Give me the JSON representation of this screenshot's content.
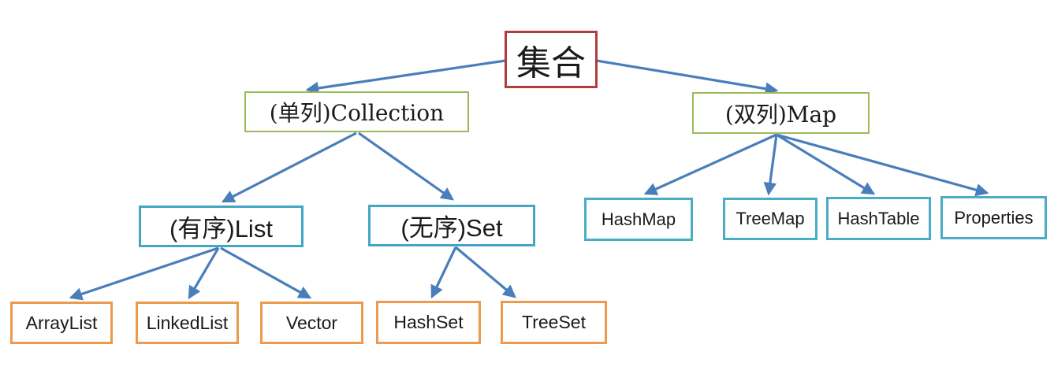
{
  "diagram": {
    "description": "Java collection framework hierarchy tree",
    "nodes": {
      "root": {
        "label": "集合",
        "border_color": "#b23e3c",
        "level": 1
      },
      "collection": {
        "label": "(单列)Collection",
        "border_color": "#9bbb59",
        "level": 2
      },
      "map": {
        "label": "(双列)Map",
        "border_color": "#9bbb59",
        "level": 2
      },
      "list": {
        "label": "(有序)List",
        "border_color": "#44a6c4",
        "level": 3
      },
      "set": {
        "label": "(无序)Set",
        "border_color": "#44a6c4",
        "level": 3
      },
      "hashmap": {
        "label": "HashMap",
        "border_color": "#4bacc6",
        "level": 3
      },
      "treemap": {
        "label": "TreeMap",
        "border_color": "#4bacc6",
        "level": 3
      },
      "hashtable": {
        "label": "HashTable",
        "border_color": "#4bacc6",
        "level": 3
      },
      "properties": {
        "label": "Properties",
        "border_color": "#4bacc6",
        "level": 3
      },
      "arraylist": {
        "label": "ArrayList",
        "border_color": "#ec9a4d",
        "level": 4
      },
      "linkedlist": {
        "label": "LinkedList",
        "border_color": "#ec9a4d",
        "level": 4
      },
      "vector": {
        "label": "Vector",
        "border_color": "#ec9a4d",
        "level": 4
      },
      "hashset": {
        "label": "HashSet",
        "border_color": "#ec9a4d",
        "level": 4
      },
      "treeset": {
        "label": "TreeSet",
        "border_color": "#ec9a4d",
        "level": 4
      }
    },
    "edges": [
      {
        "from": "集合",
        "to": "(单列)Collection"
      },
      {
        "from": "集合",
        "to": "(双列)Map"
      },
      {
        "from": "(单列)Collection",
        "to": "(有序)List"
      },
      {
        "from": "(单列)Collection",
        "to": "(无序)Set"
      },
      {
        "from": "(有序)List",
        "to": "ArrayList"
      },
      {
        "from": "(有序)List",
        "to": "LinkedList"
      },
      {
        "from": "(有序)List",
        "to": "Vector"
      },
      {
        "from": "(无序)Set",
        "to": "HashSet"
      },
      {
        "from": "(无序)Set",
        "to": "TreeSet"
      },
      {
        "from": "(双列)Map",
        "to": "HashMap"
      },
      {
        "from": "(双列)Map",
        "to": "TreeMap"
      },
      {
        "from": "(双列)Map",
        "to": "HashTable"
      },
      {
        "from": "(双列)Map",
        "to": "Properties"
      }
    ],
    "colors": {
      "root_border": "#b23e3c",
      "level2_border": "#9bbb59",
      "level3_border": "#4bacc6",
      "leaf_border": "#ec9a4d",
      "arrow": "#4a7ebb",
      "background": "#ffffff",
      "text": "#1a1a1a"
    }
  }
}
